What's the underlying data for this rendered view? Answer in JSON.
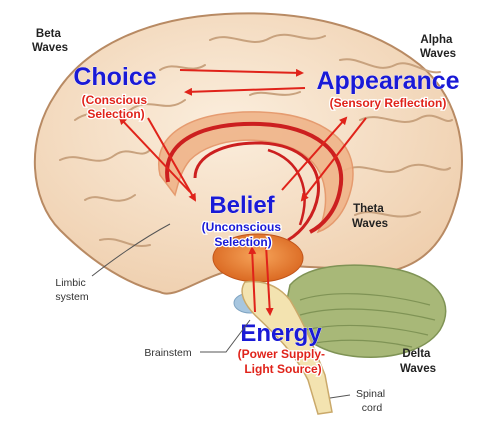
{
  "waves": {
    "beta": [
      "Beta",
      "Waves"
    ],
    "alpha": [
      "Alpha",
      "Waves"
    ],
    "theta": [
      "Theta",
      "Waves"
    ],
    "delta": [
      "Delta",
      "Waves"
    ]
  },
  "nodes": {
    "choice": {
      "title": "Choice",
      "sub": [
        "(Conscious",
        "Selection)"
      ]
    },
    "appearance": {
      "title": "Appearance",
      "sub": [
        "(Sensory Reflection)"
      ]
    },
    "belief": {
      "title": "Belief",
      "sub": [
        "(Unconscious",
        "Selection)"
      ]
    },
    "energy": {
      "title": "Energy",
      "sub": [
        "(Power Supply-",
        "Light Source)"
      ]
    }
  },
  "anatomy": {
    "limbic": [
      "Limbic",
      "system"
    ],
    "brainstem": [
      "Brainstem"
    ],
    "spinal": [
      "Spinal",
      "cord"
    ]
  },
  "colors": {
    "title": "#1a1ad6",
    "subtitle": "#e0231a",
    "arrow": "#e0231a",
    "limbic_outline": "#cc1f1f",
    "cortex": "#f4ddc4",
    "gyri_line": "#c8a27e",
    "cerebellum": "#a8b878",
    "thalamus": "#e8782a",
    "brainstem": "#f3e3b0",
    "pons": "#a7c6df",
    "label": "#222222"
  }
}
